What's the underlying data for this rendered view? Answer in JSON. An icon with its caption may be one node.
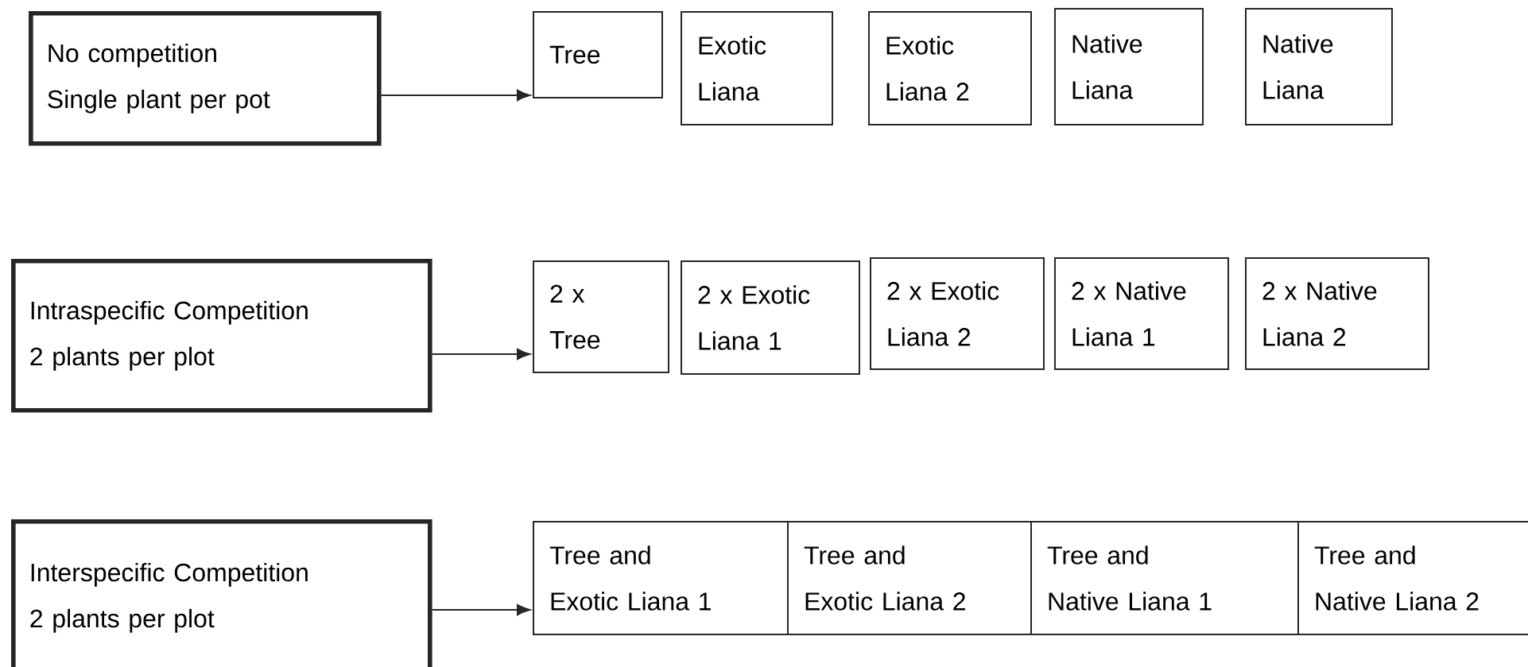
{
  "diagram": {
    "nodes": [
      {
        "text": [
          "No competition",
          "Single plant per pot"
        ]
      },
      {
        "text": [
          "Tree"
        ]
      },
      {
        "text": [
          "Exotic Liana"
        ]
      },
      {
        "text": [
          "Exotic Liana 2"
        ]
      },
      {
        "text": [
          "Native Liana"
        ]
      },
      {
        "text": [
          "Native Liana"
        ]
      },
      {
        "text": [
          "Intraspecific Competition",
          "2 plants per plot"
        ]
      },
      {
        "text": [
          "2 x Tree"
        ]
      },
      {
        "text": [
          "2 x Exotic Liana 1"
        ]
      },
      {
        "text": [
          "2 x Exotic Liana 2"
        ]
      },
      {
        "text": [
          "2 x Native Liana 1"
        ]
      },
      {
        "text": [
          "2 x Native Liana 2"
        ]
      },
      {
        "text": [
          "Interspecific Competition",
          "2 plants per plot"
        ]
      },
      {
        "text": [
          "Tree and Exotic Liana 1"
        ]
      },
      {
        "text": [
          "Tree and Exotic Liana 2"
        ]
      },
      {
        "text": [
          "Tree and Native Liana 1"
        ]
      },
      {
        "text": [
          "Tree and Native Liana 2"
        ]
      }
    ],
    "edges": [
      {
        "from": 0,
        "to": 1,
        "arrow": "to"
      },
      {
        "from": 6,
        "to": 7,
        "arrow": "to"
      },
      {
        "from": 12,
        "to": 13,
        "arrow": "to"
      }
    ]
  }
}
